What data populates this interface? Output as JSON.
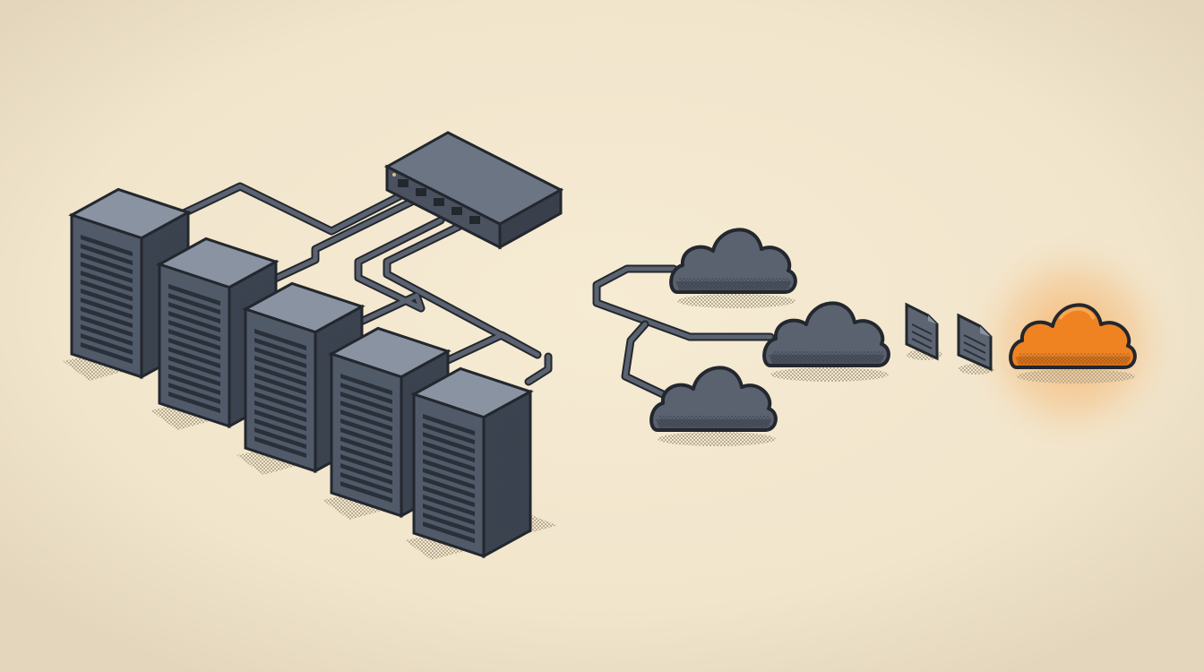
{
  "scene": {
    "description_items": [
      "server-rack",
      "network-switch",
      "cloud",
      "document",
      "highlighted-cloud"
    ],
    "server_count": 5,
    "cloud_count": 3,
    "document_count": 2
  },
  "colors": {
    "background_center": "#f6ebd3",
    "background_edge": "#e6dac3",
    "server_front": "#515a69",
    "server_side": "#3b4350",
    "server_top": "#8a93a1",
    "server_vent": "#2a3039",
    "outline": "#23272e",
    "cable": "#4b5361",
    "cable_highlight": "#7b8494",
    "switch_top": "#6c7583",
    "switch_front": "#4a5260",
    "switch_side": "#393f4b",
    "cloud_gray": "#5a6270",
    "cloud_gray_shadow": "#454c58",
    "cloud_orange": "#ef8321",
    "cloud_orange_shadow": "#d06a12",
    "glow": "#f6a24a",
    "document": "#5d6573",
    "shadow": "#cbbfa6"
  },
  "icons": {
    "servers": "server-icon",
    "switch": "network-switch-icon",
    "clouds": "cloud-icon",
    "documents": "document-icon"
  }
}
